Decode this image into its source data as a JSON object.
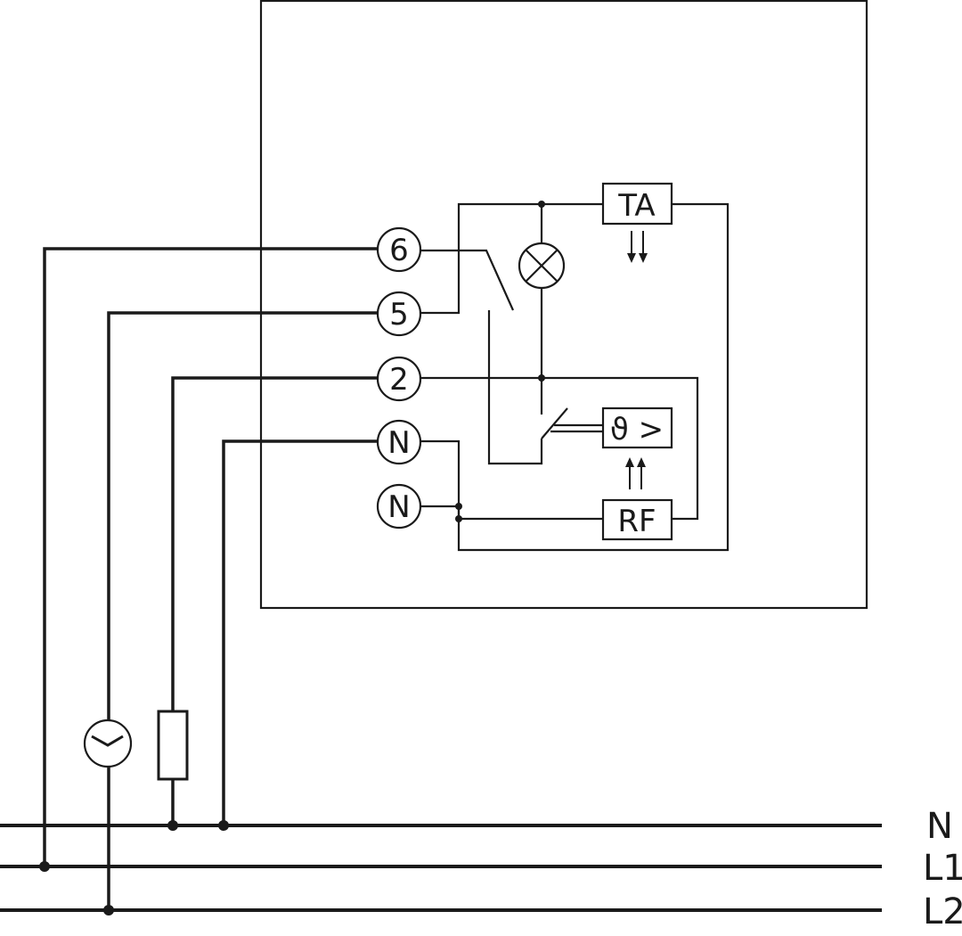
{
  "terminals": {
    "t6": "6",
    "t5": "5",
    "t2": "2",
    "tN1": "N",
    "tN2": "N"
  },
  "components": {
    "ta": "TA",
    "temp": "ϑ >",
    "rf": "RF"
  },
  "buses": {
    "n": "N",
    "l1": "L1",
    "l2": "L2"
  },
  "colors": {
    "line": "#1a1a1a",
    "background": "#ffffff"
  },
  "icons": {
    "lamp": "lamp-icon",
    "clock": "clock-icon",
    "resistor": "resistor-icon"
  }
}
